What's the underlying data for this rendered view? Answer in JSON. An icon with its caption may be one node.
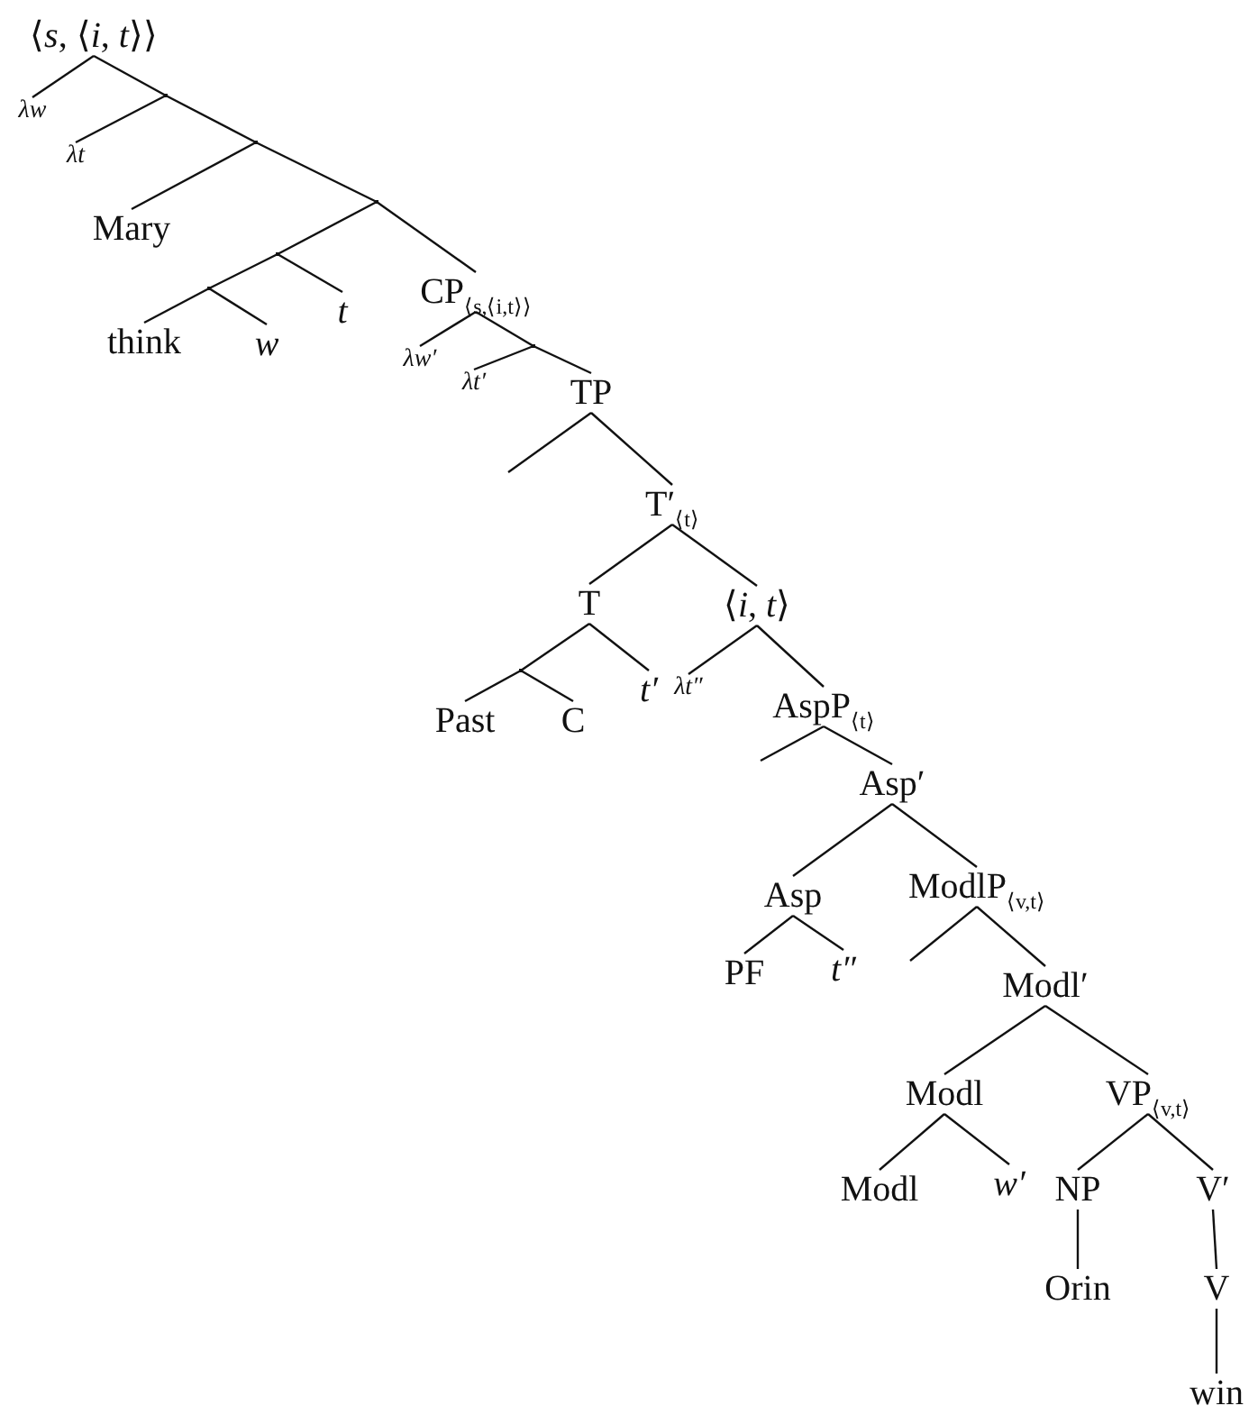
{
  "diagram": {
    "nodes": [
      {
        "text": [
          "⟨*s*, ⟨*i*, *t*⟩⟩"
        ]
      },
      {
        "text": [
          "λw"
        ]
      },
      {
        "text": [],
        "shape": "point"
      },
      {
        "text": [
          "λt"
        ]
      },
      {
        "text": [],
        "shape": "point"
      },
      {
        "text": [
          "Mary"
        ]
      },
      {
        "text": [],
        "shape": "point"
      },
      {
        "text": [],
        "shape": "point"
      },
      {
        "text": [],
        "shape": "point"
      },
      {
        "text": [
          "think"
        ]
      },
      {
        "text": [
          "w"
        ]
      },
      {
        "text": [
          "t"
        ]
      },
      {
        "text": [
          "CP$_{⟨s,⟨i,t⟩⟩}$"
        ]
      },
      {
        "text": [
          "λw′"
        ]
      },
      {
        "text": [],
        "shape": "point"
      },
      {
        "text": [
          "λt′"
        ]
      },
      {
        "text": [
          "TP"
        ]
      },
      {
        "text": [
          "T′$_{⟨t⟩}$"
        ]
      },
      {
        "text": [
          "T"
        ]
      },
      {
        "text": [],
        "shape": "point"
      },
      {
        "text": [
          "Past"
        ]
      },
      {
        "text": [
          "C"
        ]
      },
      {
        "text": [
          "t′"
        ]
      },
      {
        "text": [
          "⟨*i*, *t*⟩"
        ]
      },
      {
        "text": [
          "λt″"
        ]
      },
      {
        "text": [
          "AspP$_{⟨t⟩}$"
        ]
      },
      {
        "text": [
          "Asp′"
        ]
      },
      {
        "text": [
          "Asp"
        ]
      },
      {
        "text": [
          "PF"
        ]
      },
      {
        "text": [
          "t″"
        ]
      },
      {
        "text": [
          "ModlP$_{⟨v,t⟩}$"
        ]
      },
      {
        "text": [
          "Modl′"
        ]
      },
      {
        "text": [
          "Modl"
        ]
      },
      {
        "text": [
          "Modl"
        ]
      },
      {
        "text": [
          "w′"
        ]
      },
      {
        "text": [
          "VP$_{⟨v,t⟩}$"
        ]
      },
      {
        "text": [
          "NP"
        ]
      },
      {
        "text": [
          "Orin"
        ]
      },
      {
        "text": [
          "V′"
        ]
      },
      {
        "text": [
          "V"
        ]
      },
      {
        "text": [
          "win"
        ]
      }
    ],
    "edges": [
      {
        "from": 0,
        "to": 1,
        "arrow": "none"
      },
      {
        "from": 0,
        "to": 2,
        "arrow": "none"
      },
      {
        "from": 2,
        "to": 3,
        "arrow": "none"
      },
      {
        "from": 2,
        "to": 4,
        "arrow": "none"
      },
      {
        "from": 4,
        "to": 5,
        "arrow": "none"
      },
      {
        "from": 4,
        "to": 6,
        "arrow": "none"
      },
      {
        "from": 6,
        "to": 7,
        "arrow": "none"
      },
      {
        "from": 7,
        "to": 8,
        "arrow": "none"
      },
      {
        "from": 8,
        "to": 9,
        "arrow": "none"
      },
      {
        "from": 8,
        "to": 10,
        "arrow": "none"
      },
      {
        "from": 7,
        "to": 11,
        "arrow": "none"
      },
      {
        "from": 6,
        "to": 12,
        "arrow": "none"
      },
      {
        "from": 12,
        "to": 13,
        "arrow": "none"
      },
      {
        "from": 12,
        "to": 14,
        "arrow": "none"
      },
      {
        "from": 14,
        "to": 15,
        "arrow": "none"
      },
      {
        "from": 14,
        "to": 16,
        "arrow": "none"
      },
      {
        "from": 16,
        "to": null,
        "arrow": "none"
      },
      {
        "from": 16,
        "to": 17,
        "arrow": "none"
      },
      {
        "from": 17,
        "to": 18,
        "arrow": "none"
      },
      {
        "from": 18,
        "to": 19,
        "arrow": "none"
      },
      {
        "from": 19,
        "to": 20,
        "arrow": "none"
      },
      {
        "from": 19,
        "to": 21,
        "arrow": "none"
      },
      {
        "from": 18,
        "to": 22,
        "arrow": "none"
      },
      {
        "from": 17,
        "to": 23,
        "arrow": "none"
      },
      {
        "from": 23,
        "to": 24,
        "arrow": "none"
      },
      {
        "from": 23,
        "to": 25,
        "arrow": "none"
      },
      {
        "from": 25,
        "to": null,
        "arrow": "none"
      },
      {
        "from": 25,
        "to": 26,
        "arrow": "none"
      },
      {
        "from": 26,
        "to": 27,
        "arrow": "none"
      },
      {
        "from": 27,
        "to": 28,
        "arrow": "none"
      },
      {
        "from": 27,
        "to": 29,
        "arrow": "none"
      },
      {
        "from": 26,
        "to": 30,
        "arrow": "none"
      },
      {
        "from": 30,
        "to": null,
        "arrow": "none"
      },
      {
        "from": 30,
        "to": 31,
        "arrow": "none"
      },
      {
        "from": 31,
        "to": 32,
        "arrow": "none"
      },
      {
        "from": 32,
        "to": 33,
        "arrow": "none"
      },
      {
        "from": 32,
        "to": 34,
        "arrow": "none"
      },
      {
        "from": 31,
        "to": 35,
        "arrow": "none"
      },
      {
        "from": 35,
        "to": 36,
        "arrow": "none"
      },
      {
        "from": 36,
        "to": 37,
        "arrow": "none"
      },
      {
        "from": 35,
        "to": 38,
        "arrow": "none"
      },
      {
        "from": 38,
        "to": 39,
        "arrow": "none"
      },
      {
        "from": 39,
        "to": 40,
        "arrow": "none"
      }
    ]
  }
}
